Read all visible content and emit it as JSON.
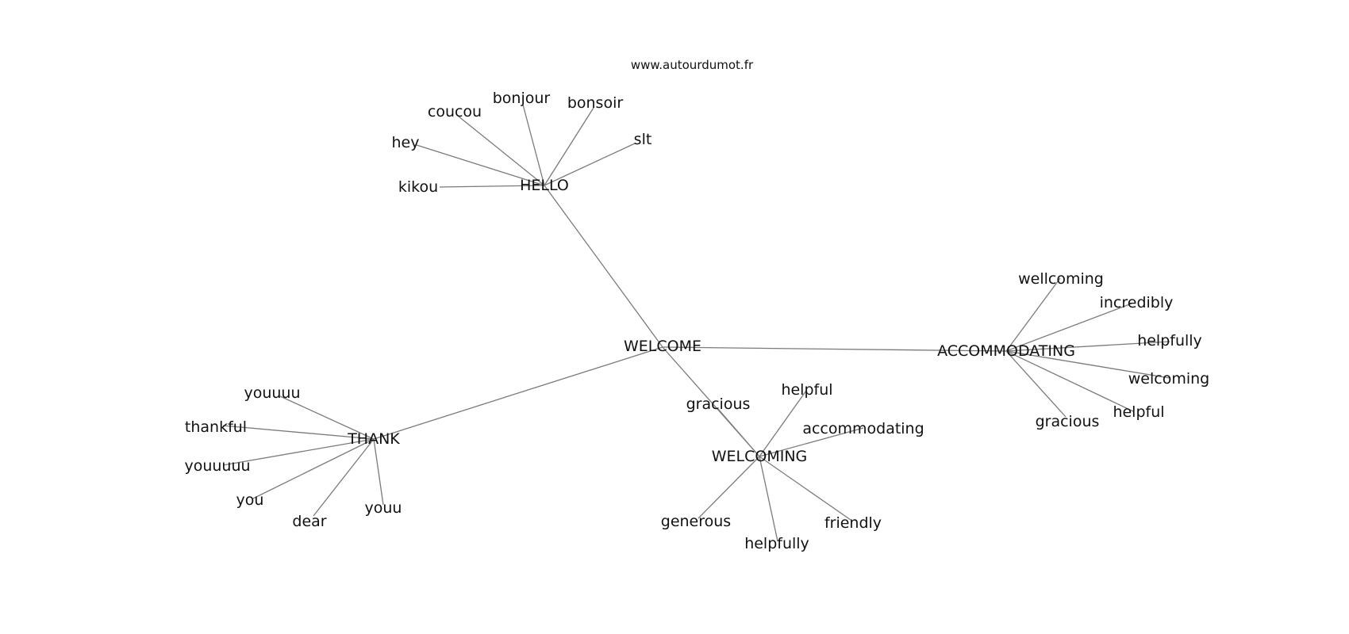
{
  "site_label": "www.autourdumot.fr",
  "hubs": [
    {
      "id": "welcome",
      "label": "WELCOME"
    },
    {
      "id": "hello",
      "label": "HELLO"
    },
    {
      "id": "thank",
      "label": "THANK"
    },
    {
      "id": "welcoming",
      "label": "WELCOMING"
    },
    {
      "id": "accommodating",
      "label": "ACCOMMODATING"
    }
  ],
  "hub_links": [
    {
      "from": "welcome",
      "to": "hello"
    },
    {
      "from": "welcome",
      "to": "thank"
    },
    {
      "from": "welcome",
      "to": "welcoming"
    },
    {
      "from": "welcome",
      "to": "accommodating"
    }
  ],
  "leaves": [
    {
      "hub": "hello",
      "label": "coucou"
    },
    {
      "hub": "hello",
      "label": "bonjour"
    },
    {
      "hub": "hello",
      "label": "bonsoir"
    },
    {
      "hub": "hello",
      "label": "slt"
    },
    {
      "hub": "hello",
      "label": "hey"
    },
    {
      "hub": "hello",
      "label": "kikou"
    },
    {
      "hub": "thank",
      "label": "youuuu"
    },
    {
      "hub": "thank",
      "label": "thankful"
    },
    {
      "hub": "thank",
      "label": "youuuuu"
    },
    {
      "hub": "thank",
      "label": "you"
    },
    {
      "hub": "thank",
      "label": "dear"
    },
    {
      "hub": "thank",
      "label": "youu"
    },
    {
      "hub": "welcoming",
      "label": "gracious"
    },
    {
      "hub": "welcoming",
      "label": "helpful"
    },
    {
      "hub": "welcoming",
      "label": "accommodating"
    },
    {
      "hub": "welcoming",
      "label": "generous"
    },
    {
      "hub": "welcoming",
      "label": "helpfully"
    },
    {
      "hub": "welcoming",
      "label": "friendly"
    },
    {
      "hub": "accommodating",
      "label": "wellcoming"
    },
    {
      "hub": "accommodating",
      "label": "incredibly"
    },
    {
      "hub": "accommodating",
      "label": "helpfully"
    },
    {
      "hub": "accommodating",
      "label": "welcoming"
    },
    {
      "hub": "accommodating",
      "label": "helpful"
    },
    {
      "hub": "accommodating",
      "label": "gracious"
    }
  ]
}
